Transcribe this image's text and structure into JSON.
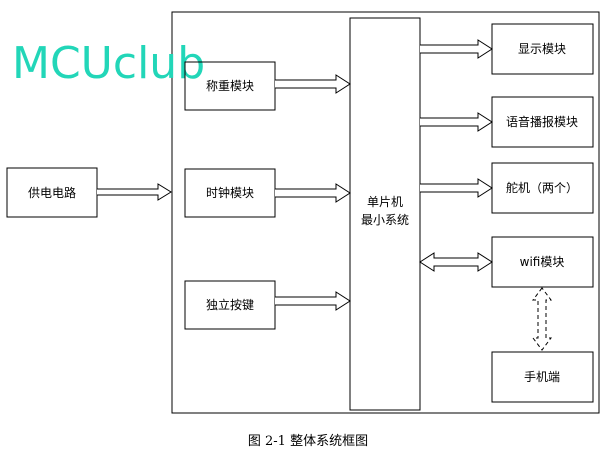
{
  "watermark": "MCUclub",
  "power_supply": "供电电路",
  "inputs": {
    "weighing": "称重模块",
    "clock": "时钟模块",
    "keys": "独立按键"
  },
  "mcu": {
    "line1": "单片机",
    "line2": "最小系统"
  },
  "outputs": {
    "display": "显示模块",
    "voice": "语音播报模块",
    "servo": "舵机（两个）",
    "wifi": "wifi模块"
  },
  "phone": "手机端",
  "caption": "图 2-1 整体系统框图"
}
